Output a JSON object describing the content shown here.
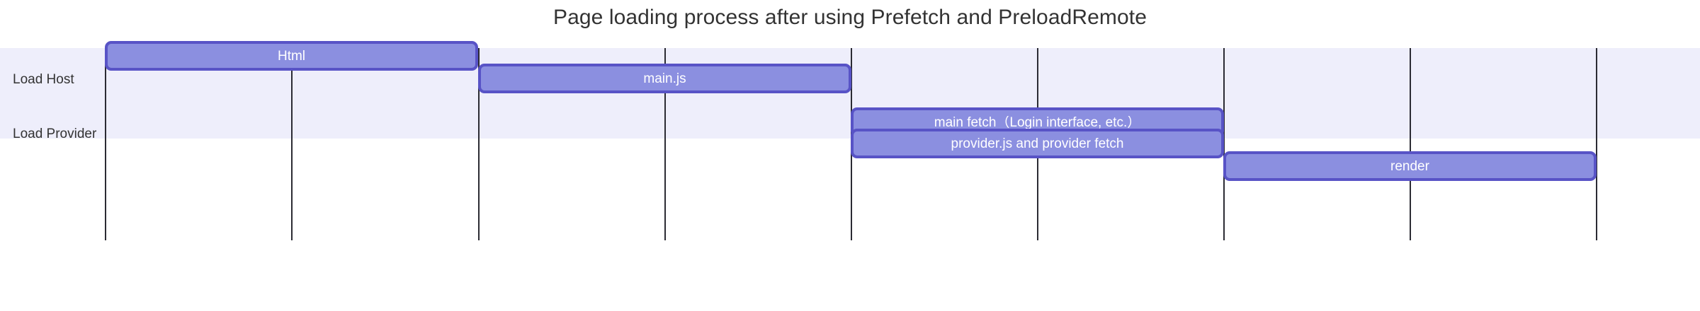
{
  "chart_data": {
    "type": "bar",
    "subtype": "gantt",
    "title": "Page loading process after using Prefetch and PreloadRemote",
    "xlabel": "",
    "ylabel": "",
    "grid": true,
    "legend": false,
    "categories": [
      "Load Host",
      "Load Provider"
    ],
    "x_axis": {
      "tick_labels": [],
      "gridline_count": 8,
      "range": [
        0,
        8
      ]
    },
    "colors": {
      "bar_fill": "#8b8fe0",
      "bar_border": "#5853c6",
      "bar_text": "#ffffff",
      "band_shaded": "#eeeefb",
      "band_plain": "#ffffff",
      "gridline": "#2b2b33",
      "title_text": "#333333",
      "label_text": "#333333",
      "background": "#ffffff"
    },
    "tasks": [
      {
        "label": "Html",
        "category": "Load Host",
        "start": 0,
        "end": 2,
        "lane": 0
      },
      {
        "label": "main.js",
        "category": "Load Host",
        "start": 2,
        "end": 4,
        "lane": 1
      },
      {
        "label": "main fetch（Login interface, etc.）",
        "category": "Load Host",
        "start": 4,
        "end": 6,
        "lane": 2
      },
      {
        "label": "provider.js and provider fetch",
        "category": "Load Provider",
        "start": 4,
        "end": 6,
        "lane": 3
      },
      {
        "label": "render",
        "category": "Load Provider",
        "start": 6,
        "end": 8,
        "lane": 4
      }
    ]
  },
  "rows": [
    {
      "label": "Load Host"
    },
    {
      "label": "Load Provider"
    }
  ]
}
